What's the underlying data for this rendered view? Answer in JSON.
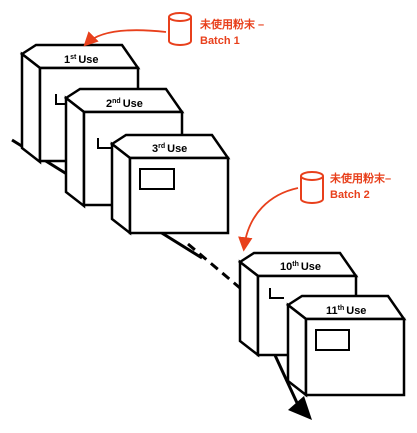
{
  "colors": {
    "accent": "#e8401c",
    "ink": "#000000",
    "paper": "#ffffff"
  },
  "annotations": [
    {
      "text_line1": "未使用粉末 –",
      "text_line2": "Batch 1",
      "icon": "cylinder-icon"
    },
    {
      "text_line1": "未使用粉末–",
      "text_line2": "Batch 2",
      "icon": "cylinder-icon"
    }
  ],
  "uses": [
    {
      "num": "1",
      "sup": "st",
      "word": "Use"
    },
    {
      "num": "2",
      "sup": "nd",
      "word": "Use"
    },
    {
      "num": "3",
      "sup": "rd",
      "word": "Use"
    },
    {
      "num": "10",
      "sup": "th",
      "word": "Use"
    },
    {
      "num": "11",
      "sup": "th",
      "word": "Use"
    }
  ]
}
